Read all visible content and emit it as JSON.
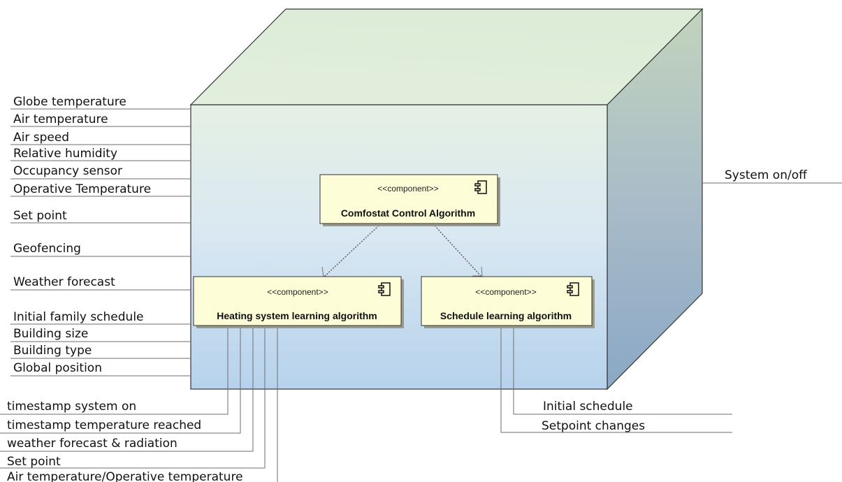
{
  "inputs_left": [
    "Globe temperature",
    "Air temperature",
    "Air speed",
    "Relative humidity",
    "Occupancy sensor",
    "Operative Temperature",
    "Set point",
    "Geofencing",
    "Weather forecast",
    "Initial family schedule",
    "Building size",
    "Building type",
    "Global position"
  ],
  "output_right": "System on/off",
  "outputs_heating": [
    "timestamp system on",
    "timestamp temperature reached",
    "weather forecast & radiation",
    "Set point",
    "Air temperature/Operative temperature"
  ],
  "outputs_schedule": [
    "Initial schedule",
    "Setpoint changes"
  ],
  "components": {
    "control": {
      "stereotype": "<<component>>",
      "name": "Comfostat Control Algorithm"
    },
    "heating": {
      "stereotype": "<<component>>",
      "name": "Heating system learning algorithm"
    },
    "schedule": {
      "stereotype": "<<component>>",
      "name": "Schedule learning algorithm"
    }
  },
  "icons": {
    "component": "uml-component-icon"
  }
}
